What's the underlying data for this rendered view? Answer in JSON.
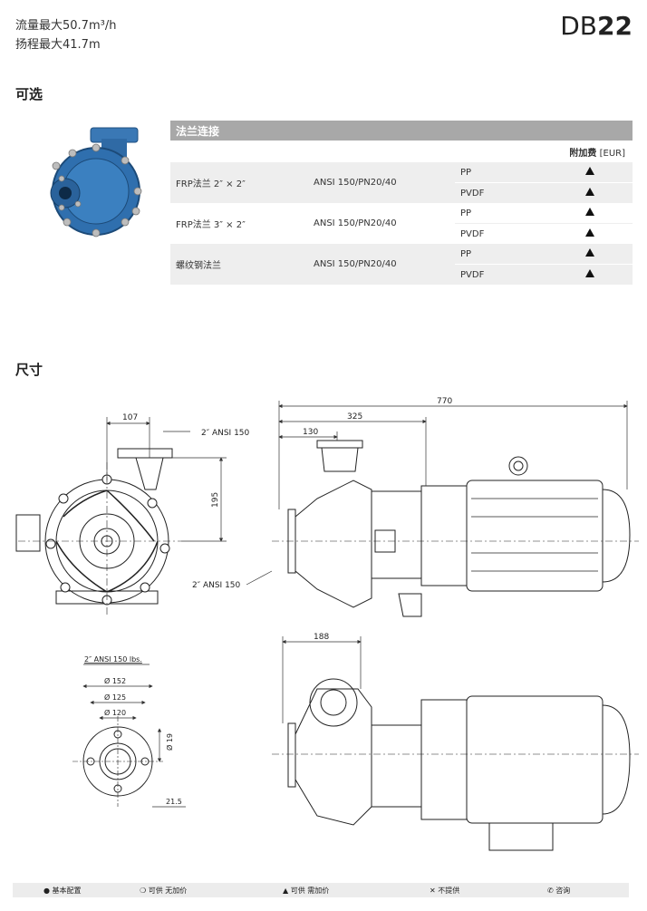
{
  "header": {
    "line1": "流量最大50.7m³/h",
    "line2": "扬程最大41.7m",
    "model_prefix": "DB",
    "model_number": "22"
  },
  "options": {
    "title": "可选",
    "table_title": "法兰连接",
    "surcharge_label": "附加费",
    "currency": "[EUR]",
    "rows": [
      {
        "name": "FRP法兰   2″ × 2″",
        "standard": "ANSI 150/PN20/40",
        "materials": [
          {
            "mat": "PP",
            "sym": "▲"
          },
          {
            "mat": "PVDF",
            "sym": "▲"
          }
        ]
      },
      {
        "name": "FRP法兰   3″ × 2″",
        "standard": "ANSI 150/PN20/40",
        "materials": [
          {
            "mat": "PP",
            "sym": "▲"
          },
          {
            "mat": "PVDF",
            "sym": "▲"
          }
        ]
      },
      {
        "name": "螺纹钢法兰",
        "standard": "ANSI 150/PN20/40",
        "materials": [
          {
            "mat": "PP",
            "sym": "▲"
          },
          {
            "mat": "PVDF",
            "sym": "▲"
          }
        ]
      }
    ]
  },
  "dimensions": {
    "title": "尺寸",
    "labels": {
      "d107": "107",
      "d325": "325",
      "d770": "770",
      "d130": "130",
      "d195": "195",
      "d188": "188",
      "ansi_top": "2″ ANSI 150",
      "ansi_left": "2″ ANSI 150",
      "flange_title": "2″ ANSI 150 lbs.",
      "d152": "Ø 152",
      "d125": "Ø 125",
      "d120": "Ø 120",
      "d19": "Ø 19",
      "d21_5": "21.5"
    }
  },
  "legend": {
    "items": [
      {
        "icon": "●",
        "text": "基本配置"
      },
      {
        "icon": "❍",
        "text": "可供 无加价"
      },
      {
        "icon": "▲",
        "text": "可供 需加价"
      },
      {
        "icon": "✕",
        "text": "不提供"
      },
      {
        "icon": "✆",
        "text": "咨询"
      }
    ]
  }
}
